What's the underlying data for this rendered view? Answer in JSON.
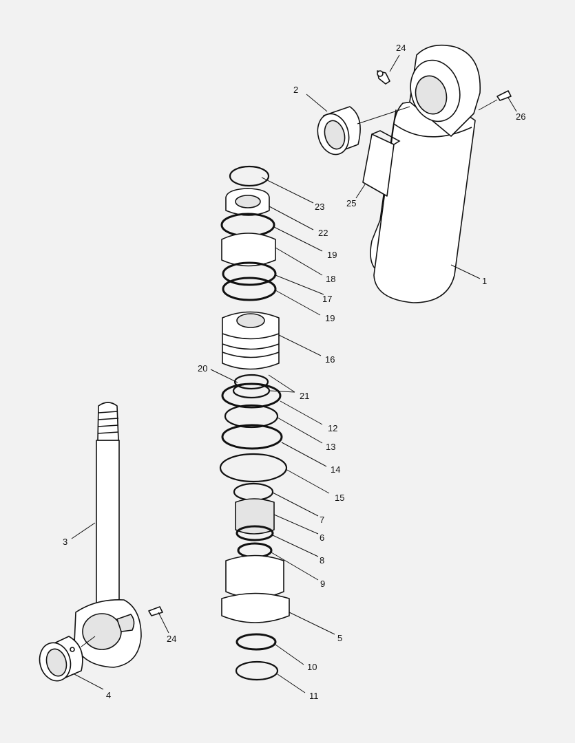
{
  "callouts": [
    {
      "id": "c1",
      "text": "1"
    },
    {
      "id": "c2",
      "text": "2"
    },
    {
      "id": "c3",
      "text": "3"
    },
    {
      "id": "c4",
      "text": "4"
    },
    {
      "id": "c5",
      "text": "5"
    },
    {
      "id": "c6",
      "text": "6"
    },
    {
      "id": "c7",
      "text": "7"
    },
    {
      "id": "c8",
      "text": "8"
    },
    {
      "id": "c9",
      "text": "9"
    },
    {
      "id": "c10",
      "text": "10"
    },
    {
      "id": "c11",
      "text": "11"
    },
    {
      "id": "c12",
      "text": "12"
    },
    {
      "id": "c13",
      "text": "13"
    },
    {
      "id": "c14",
      "text": "14"
    },
    {
      "id": "c15",
      "text": "15"
    },
    {
      "id": "c16",
      "text": "16"
    },
    {
      "id": "c17",
      "text": "17"
    },
    {
      "id": "c18",
      "text": "18"
    },
    {
      "id": "c19a",
      "text": "19"
    },
    {
      "id": "c19b",
      "text": "19"
    },
    {
      "id": "c20",
      "text": "20"
    },
    {
      "id": "c21",
      "text": "21"
    },
    {
      "id": "c22",
      "text": "22"
    },
    {
      "id": "c23",
      "text": "23"
    },
    {
      "id": "c24a",
      "text": "24"
    },
    {
      "id": "c24b",
      "text": "24"
    },
    {
      "id": "c25",
      "text": "25"
    },
    {
      "id": "c26",
      "text": "26"
    }
  ],
  "colors": {
    "background": "#f2f2f2",
    "line": "#111111",
    "fill": "#ffffff",
    "shade": "#e4e4e4"
  }
}
